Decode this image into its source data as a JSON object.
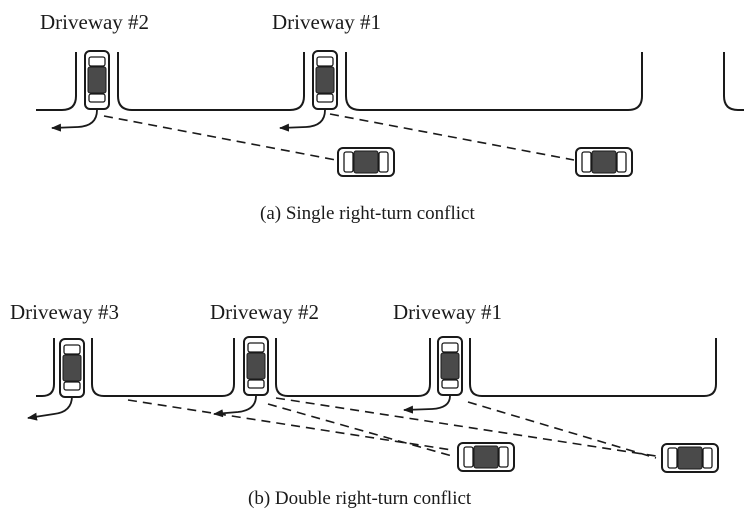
{
  "diagram_a": {
    "driveway_labels": [
      "Driveway #2",
      "Driveway #1"
    ],
    "caption": "(a) Single right-turn conflict"
  },
  "diagram_b": {
    "driveway_labels": [
      "Driveway #3",
      "Driveway #2",
      "Driveway #1"
    ],
    "caption": "(b) Double right-turn conflict"
  }
}
